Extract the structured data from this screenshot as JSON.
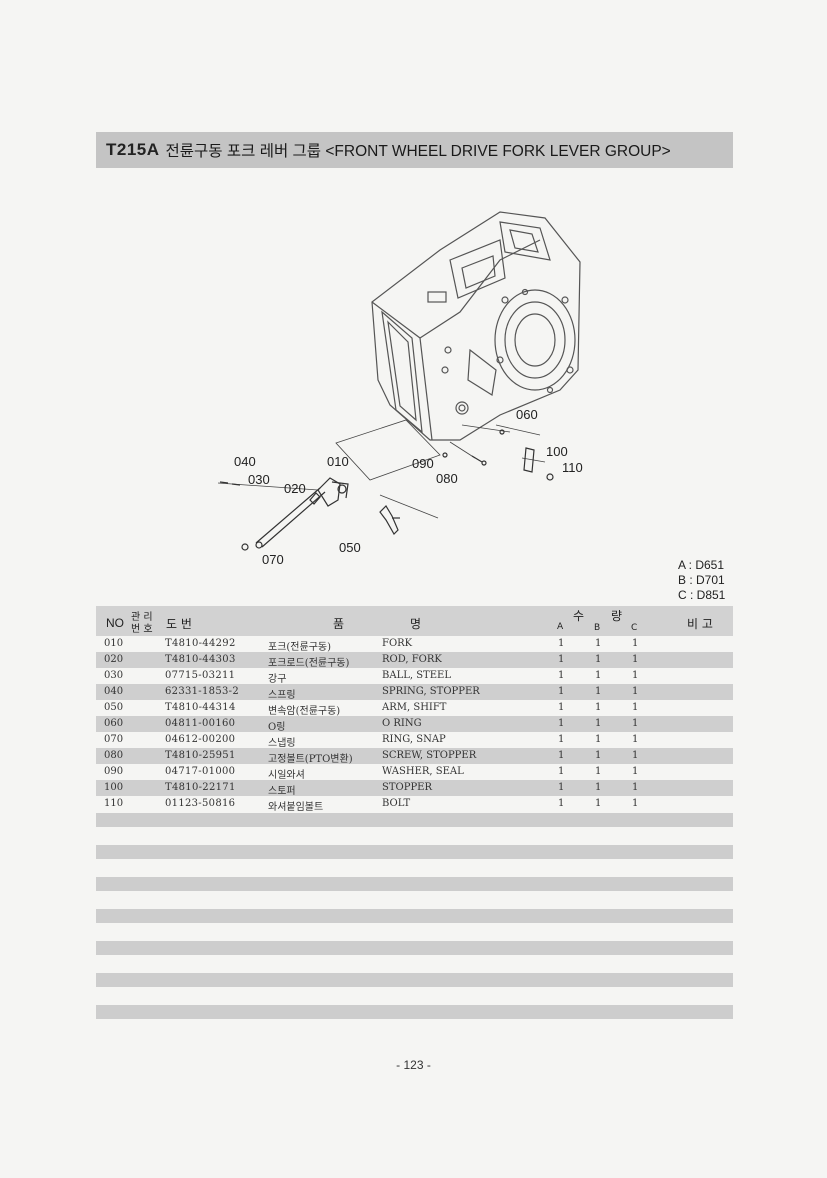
{
  "header": {
    "code": "T215A",
    "title": "전륜구동 포크 레버 그룹 <FRONT WHEEL DRIVE FORK LEVER  GROUP>"
  },
  "figure": {
    "callouts": [
      "060",
      "040",
      "010",
      "100",
      "090",
      "110",
      "030",
      "080",
      "020",
      "050",
      "070"
    ]
  },
  "variants": [
    "A : D651",
    "B : D701",
    "C : D851"
  ],
  "table": {
    "headers": {
      "no": "NO",
      "mgmt_top": "관 리",
      "mgmt_bottom": "번 호",
      "part_no": "도 번",
      "name_1": "품",
      "name_2": "명",
      "qty_1": "수",
      "qty_2": "량",
      "a": "A",
      "b": "B",
      "c": "C",
      "remarks": "비 고"
    },
    "rows": [
      {
        "no": "010",
        "part": "T4810-44292",
        "ko": "포크(전륜구동)",
        "en": "FORK",
        "a": "1",
        "b": "1",
        "c": "1"
      },
      {
        "no": "020",
        "part": "T4810-44303",
        "ko": "포크로드(전륜구동)",
        "en": "ROD, FORK",
        "a": "1",
        "b": "1",
        "c": "1"
      },
      {
        "no": "030",
        "part": "07715-03211",
        "ko": "강구",
        "en": "BALL, STEEL",
        "a": "1",
        "b": "1",
        "c": "1"
      },
      {
        "no": "040",
        "part": "62331-1853-2",
        "ko": "스프링",
        "en": "SPRING, STOPPER",
        "a": "1",
        "b": "1",
        "c": "1"
      },
      {
        "no": "050",
        "part": "T4810-44314",
        "ko": "변속암(전륜구동)",
        "en": "ARM, SHIFT",
        "a": "1",
        "b": "1",
        "c": "1"
      },
      {
        "no": "060",
        "part": "04811-00160",
        "ko": "O링",
        "en": "O RING",
        "a": "1",
        "b": "1",
        "c": "1"
      },
      {
        "no": "070",
        "part": "04612-00200",
        "ko": "스냅링",
        "en": "RING, SNAP",
        "a": "1",
        "b": "1",
        "c": "1"
      },
      {
        "no": "080",
        "part": "T4810-25951",
        "ko": "고정볼트(PTO변환)",
        "en": "SCREW, STOPPER",
        "a": "1",
        "b": "1",
        "c": "1"
      },
      {
        "no": "090",
        "part": "04717-01000",
        "ko": "시일와셔",
        "en": "WASHER, SEAL",
        "a": "1",
        "b": "1",
        "c": "1"
      },
      {
        "no": "100",
        "part": "T4810-22171",
        "ko": "스토퍼",
        "en": "STOPPER",
        "a": "1",
        "b": "1",
        "c": "1"
      },
      {
        "no": "110",
        "part": "01123-50816",
        "ko": "와셔붙임볼트",
        "en": "BOLT",
        "a": "1",
        "b": "1",
        "c": "1"
      }
    ]
  },
  "footer": {
    "page": "- 123 -"
  },
  "colors": {
    "band": "#c4c4c4",
    "stripe": "#cfcfcf",
    "background": "#f5f5f3"
  }
}
